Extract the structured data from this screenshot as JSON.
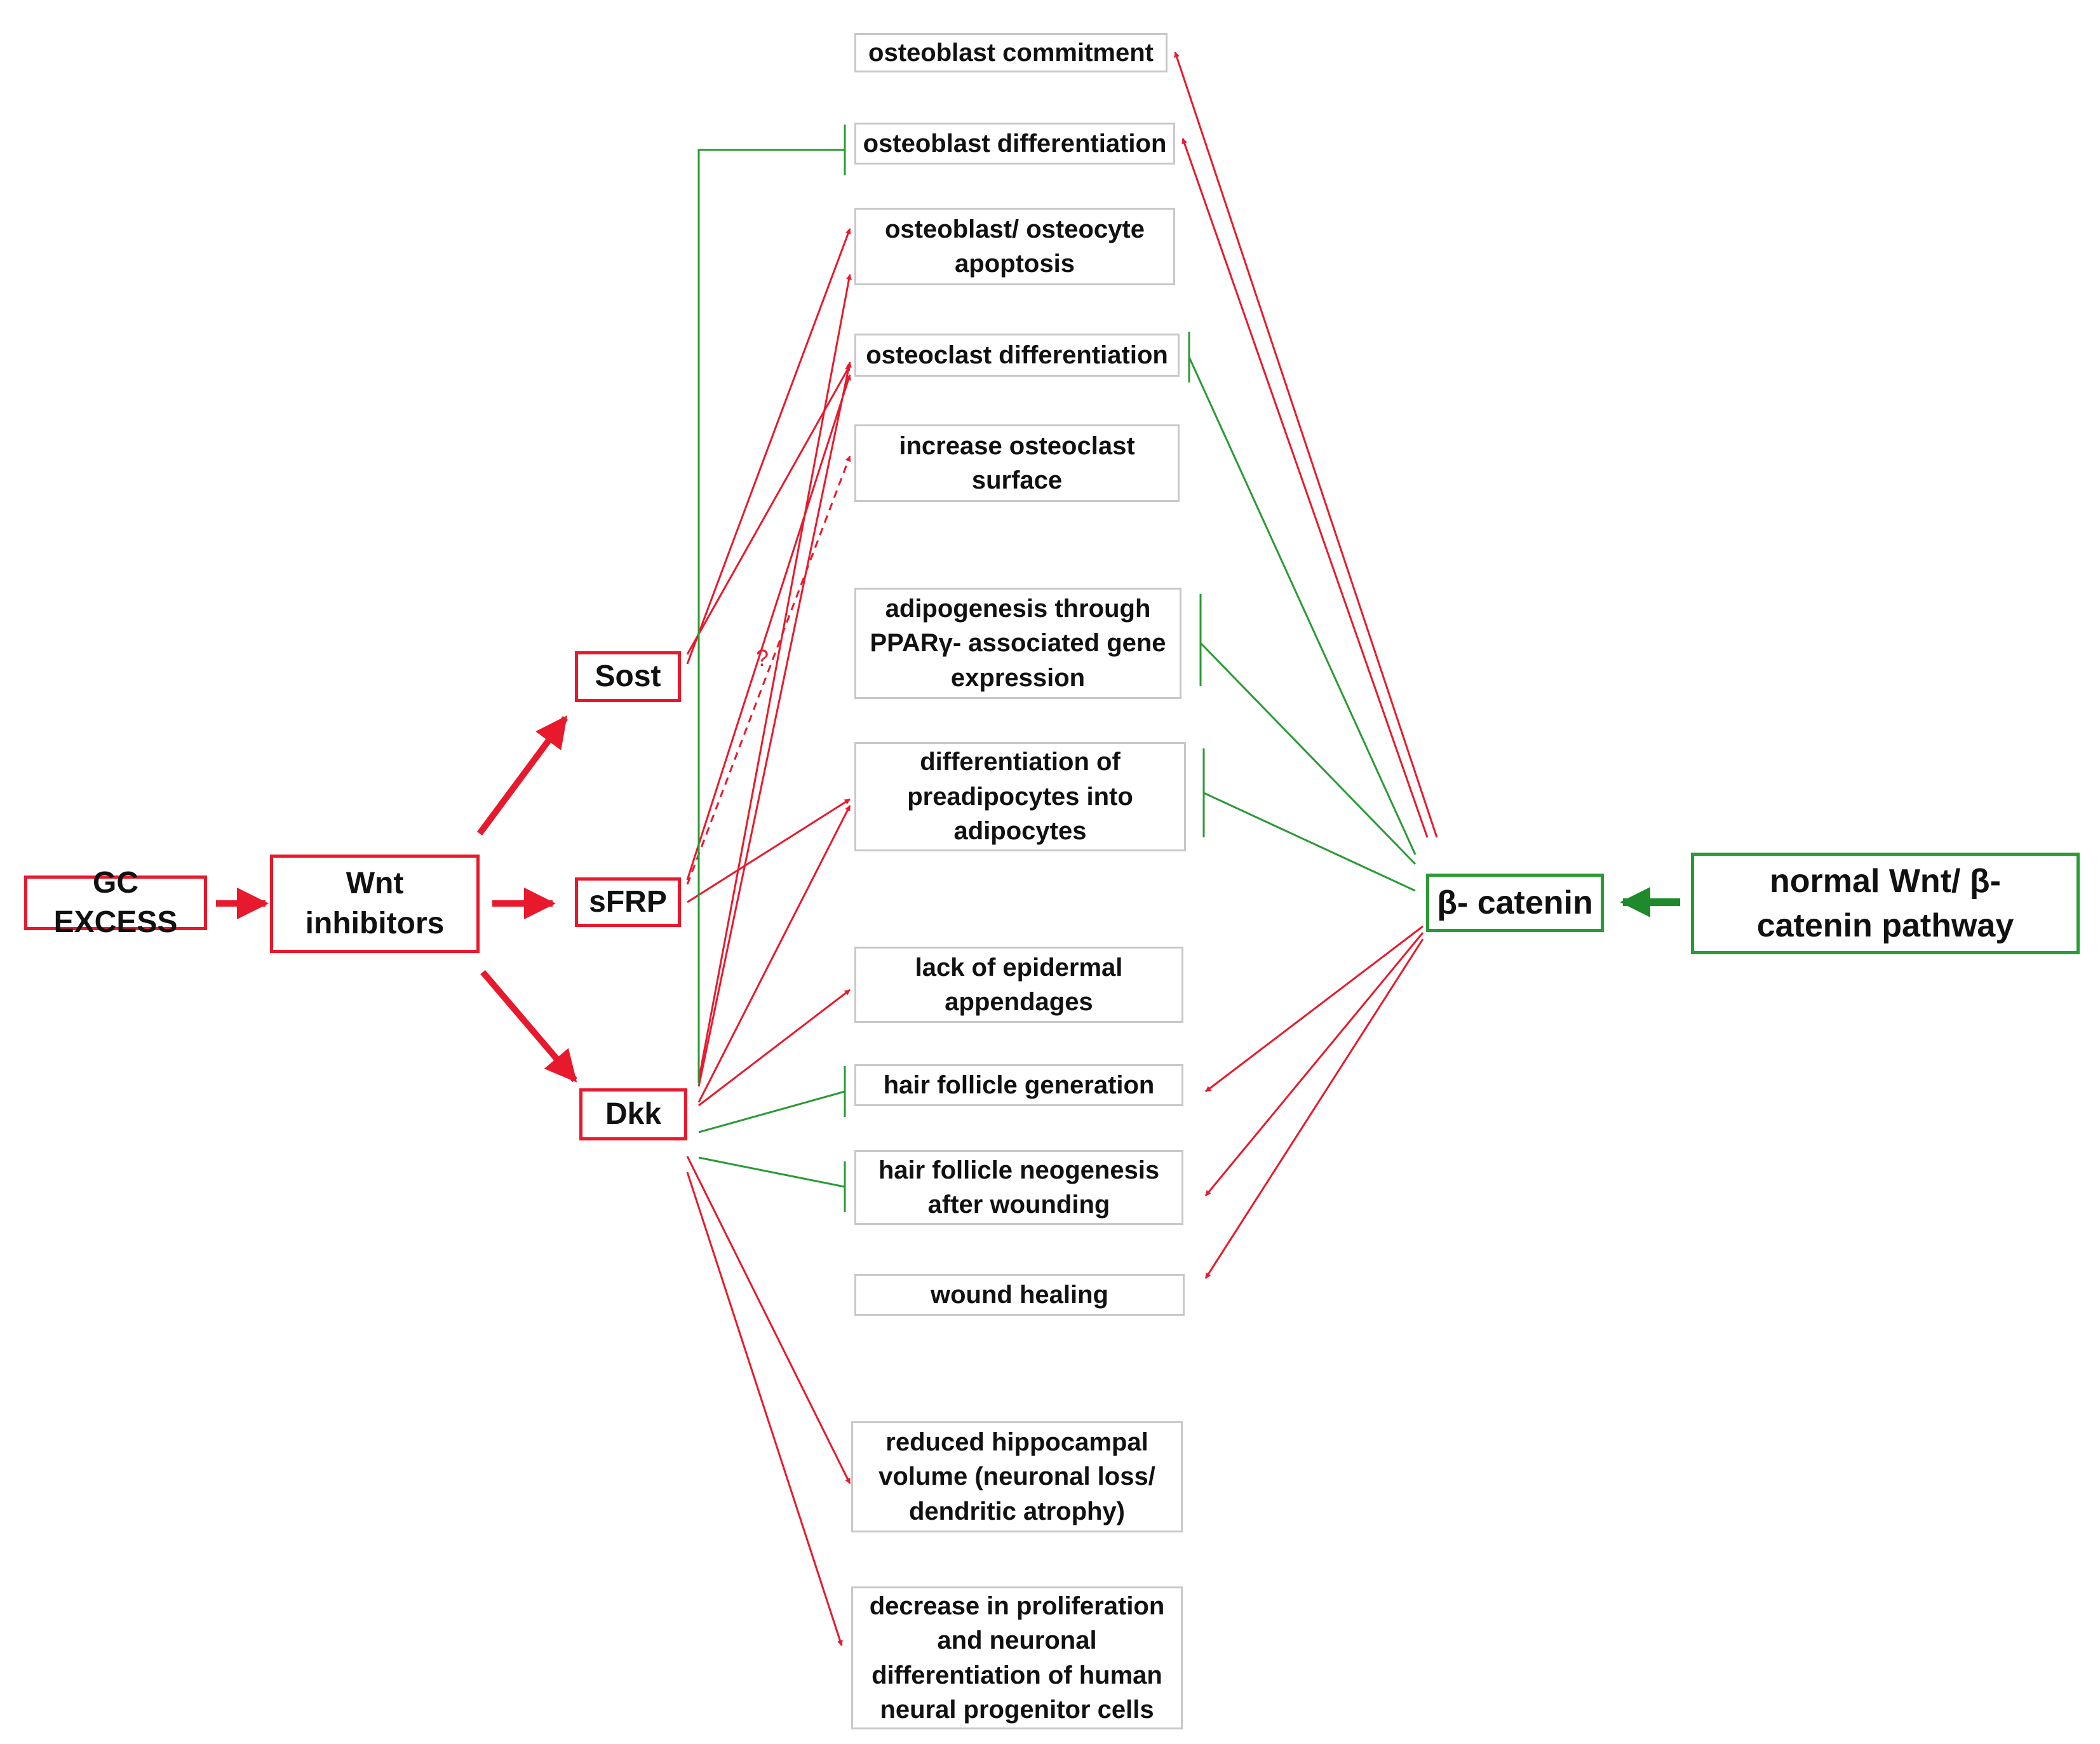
{
  "sources": {
    "gc_excess": "GC EXCESS",
    "wnt_inhibitors": "Wnt\ninhibitors",
    "normal_pathway": "normal Wnt/ β-\ncatenin pathway"
  },
  "inhibitors": {
    "sost": "Sost",
    "sfrp": "sFRP",
    "dkk": "Dkk"
  },
  "beta_catenin": "β- catenin",
  "uncertain_mark": "?",
  "outcomes": {
    "osteoblast_commitment": "osteoblast commitment",
    "osteoblast_differentiation": "osteoblast differentiation",
    "osteoblast_apoptosis": "osteoblast/ osteocyte\napoptosis",
    "osteoclast_differentiation": "osteoclast differentiation",
    "osteoclast_surface": "increase osteoclast\nsurface",
    "adipogenesis": "adipogenesis through\nPPARγ- associated gene\nexpression",
    "preadipocytes": "differentiation of\npreadipocytes into\nadipocytes",
    "epidermal": "lack of epidermal\nappendages",
    "hair_follicle": "hair follicle generation",
    "hair_follicle_neo": "hair follicle neogenesis\nafter wounding",
    "wound_healing": "wound healing",
    "hippocampal": "reduced hippocampal\nvolume (neuronal loss/\ndendritic atrophy)",
    "neural": "decrease in proliferation\nand neuronal\ndifferentiation of human\nneural progenitor cells"
  },
  "colors": {
    "activation": "#e8192c",
    "inhibition": "#2a9a35",
    "outcome_border": "#c8c8c8"
  }
}
